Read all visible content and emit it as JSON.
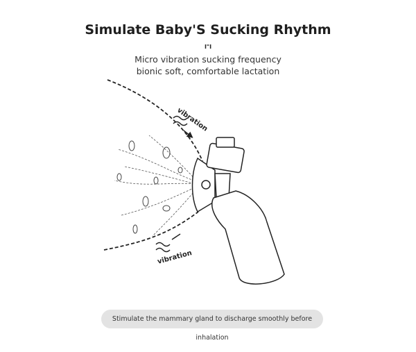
{
  "title": "Simulate Baby'S Sucking Rhythm",
  "mark": "I\"I",
  "subtitle": [
    "Micro vibration sucking frequency",
    "bionic soft, comfortable lactation"
  ],
  "illustration": {
    "label_top": "vibration",
    "label_bottom": "vibration"
  },
  "caption": "Stimulate the mammary gland to discharge smoothly before inhalation"
}
